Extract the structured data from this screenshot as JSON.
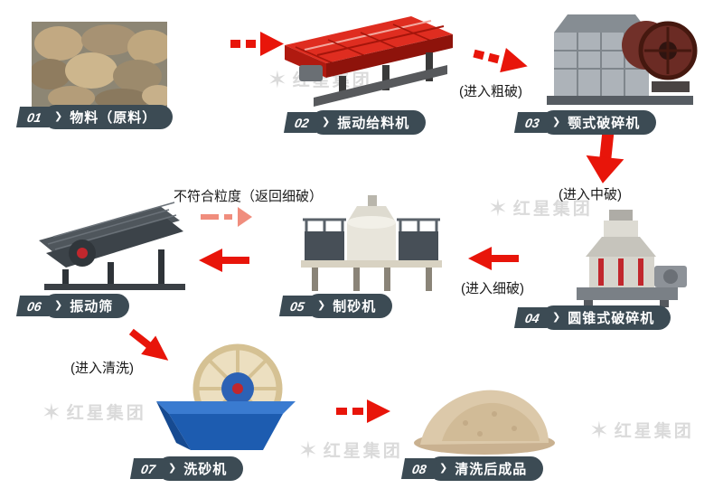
{
  "watermark": {
    "name": "红星集团",
    "star": "✶"
  },
  "ui": {
    "chevron": "❯"
  },
  "nodes": {
    "n01": {
      "num": "01",
      "label": "物料（原料）"
    },
    "n02": {
      "num": "02",
      "label": "振动给料机"
    },
    "n03": {
      "num": "03",
      "label": "颚式破碎机"
    },
    "n04": {
      "num": "04",
      "label": "圆锥式破碎机"
    },
    "n05": {
      "num": "05",
      "label": "制砂机"
    },
    "n06": {
      "num": "06",
      "label": "振动筛"
    },
    "n07": {
      "num": "07",
      "label": "洗砂机"
    },
    "n08": {
      "num": "08",
      "label": "清洗后成品"
    }
  },
  "annotations": {
    "to_coarse": "(进入粗破)",
    "to_medium": "(进入中破)",
    "to_fine": "(进入细破)",
    "return_fine": "不符合粒度（返回细破）",
    "to_wash": "(进入清洗)"
  },
  "colors": {
    "arrow_red": "#e8150a",
    "arrow_light_red": "#f08d7d",
    "badge_bg": "#3c4b54"
  }
}
